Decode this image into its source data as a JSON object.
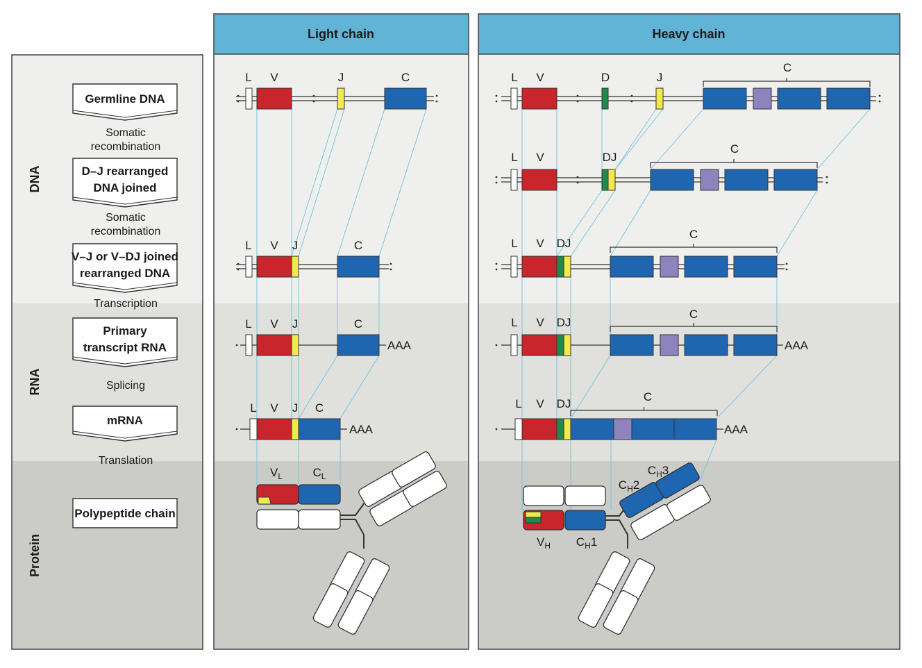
{
  "panels": {
    "light_title": "Light chain",
    "heavy_title": "Heavy chain"
  },
  "side": {
    "sections": [
      "DNA",
      "RNA",
      "Protein"
    ],
    "boxes": [
      {
        "lines": [
          "Germline DNA"
        ]
      },
      {
        "lines": [
          "D–J rearranged",
          "DNA joined"
        ]
      },
      {
        "lines": [
          "V–J or V–DJ joined",
          "rearranged DNA"
        ]
      },
      {
        "lines": [
          "Primary",
          "transcript RNA"
        ]
      },
      {
        "lines": [
          "mRNA"
        ]
      },
      {
        "lines": [
          "Polypeptide chain"
        ]
      }
    ],
    "steps": [
      [
        "Somatic",
        "recombination"
      ],
      [
        "Somatic",
        "recombination"
      ],
      [
        "Transcription"
      ],
      [
        "Splicing"
      ],
      [
        "Translation"
      ]
    ]
  },
  "segments": {
    "L": "L",
    "V": "V",
    "D": "D",
    "J": "J",
    "C": "C",
    "DJ": "DJ",
    "polyA": "AAA"
  },
  "protein_labels": {
    "VL": {
      "main": "V",
      "sub": "L"
    },
    "CL": {
      "main": "C",
      "sub": "L"
    },
    "VH": {
      "main": "V",
      "sub": "H"
    },
    "CH1": {
      "main": "C",
      "sub": "H",
      "suffix": "1"
    },
    "CH2": {
      "main": "C",
      "sub": "H",
      "suffix": "2"
    },
    "CH3": {
      "main": "C",
      "sub": "H",
      "suffix": "3"
    }
  },
  "colors": {
    "header": "#62b4d6",
    "panel_light": "#efefed",
    "panel_mid": "#e0e0dd",
    "panel_dark": "#cbcbc8",
    "V": "#c9252c",
    "J": "#f2e94e",
    "D": "#1f8a4c",
    "C": "#1f66b0",
    "C_alt": "#8e83bd",
    "guide": "#6cc3de"
  }
}
